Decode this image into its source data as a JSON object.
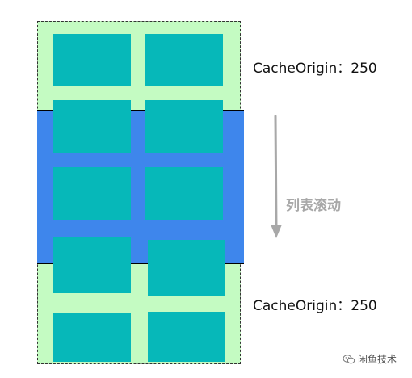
{
  "labels": {
    "cache_origin_top": "CacheOrigin：250",
    "cache_origin_bottom": "CacheOrigin：250",
    "scroll_direction": "列表滚动"
  },
  "watermark": {
    "text": "闲鱼技术",
    "icon": "wechat-chat-icon"
  },
  "colors": {
    "cache_area": "#c4fbc2",
    "viewport": "#3e86ec",
    "cell": "#06b8b9",
    "arrow": "#a8a8a8"
  }
}
